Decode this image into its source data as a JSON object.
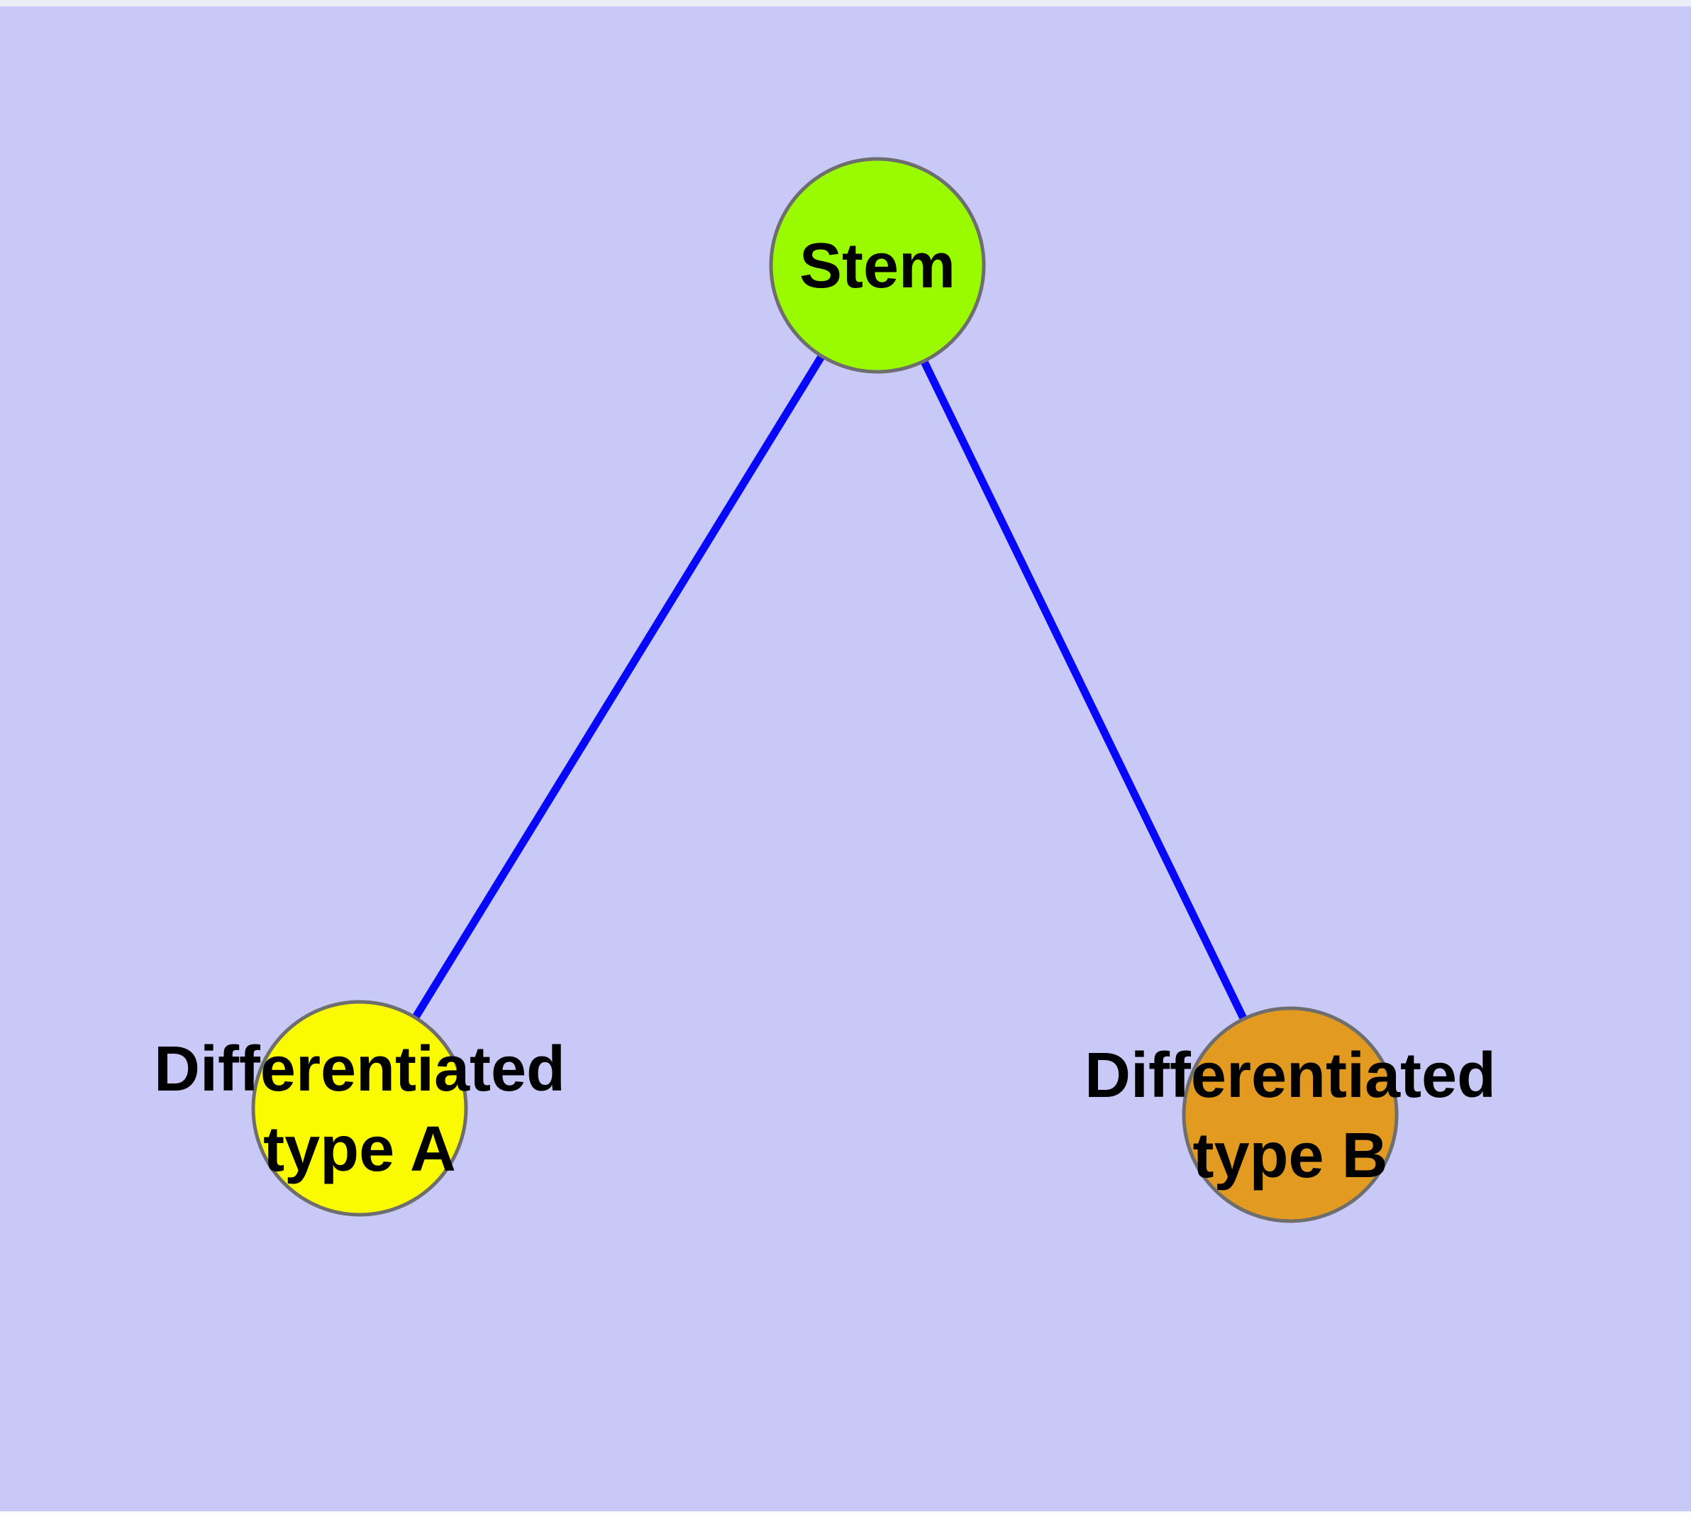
{
  "diagram": {
    "background_color": "#C9C9F7",
    "top_strip_color": "#ECECF7",
    "bottom_strip_color": "#FDFDFE",
    "edge_color": "#0707FA",
    "node_border_color": "#6E6E6E",
    "label_color": "#000000",
    "nodes": [
      {
        "id": "stem",
        "label_lines": [
          "Stem"
        ],
        "fill": "#9AFB00"
      },
      {
        "id": "differentiated-type-a",
        "label_lines": [
          "Differentiated",
          "type A"
        ],
        "fill": "#FBFB00"
      },
      {
        "id": "differentiated-type-b",
        "label_lines": [
          "Differentiated",
          "type B"
        ],
        "fill": "#E29A20"
      }
    ],
    "edges": [
      {
        "from": "stem",
        "to": "differentiated-type-a"
      },
      {
        "from": "stem",
        "to": "differentiated-type-b"
      }
    ]
  }
}
